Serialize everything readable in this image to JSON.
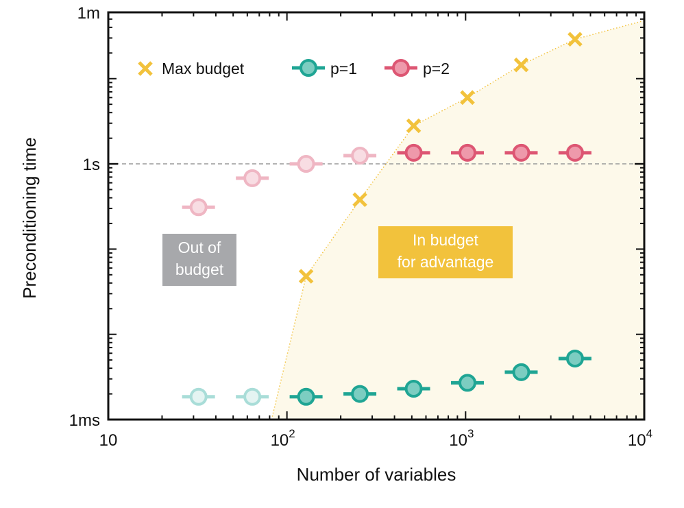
{
  "chart_data": {
    "type": "scatter",
    "title": "",
    "xlabel": "Number of variables",
    "ylabel": "Preconditioning time",
    "x_scale": "log",
    "y_scale": "log",
    "xlim": [
      10,
      10000
    ],
    "ylim_seconds": [
      0.001,
      60
    ],
    "x_ticks": [
      {
        "value": 10,
        "label": "10",
        "exp": ""
      },
      {
        "value": 100,
        "label": "10",
        "exp": "2"
      },
      {
        "value": 1000,
        "label": "10",
        "exp": "3"
      },
      {
        "value": 10000,
        "label": "10",
        "exp": "4"
      }
    ],
    "y_ticks": [
      {
        "value": 0.001,
        "label": "1ms"
      },
      {
        "value": 1,
        "label": "1s"
      },
      {
        "value": 60,
        "label": "1m"
      }
    ],
    "grid": "dashed horizontal lines at 1s and 1m",
    "legend": {
      "position": "top-left",
      "entries": [
        "Max budget",
        "p=1",
        "p=2"
      ]
    },
    "colors": {
      "max_budget": "#f2c23c",
      "p1": "#1fa594",
      "p1_fill": "#7ccdc1",
      "p1_faded": "#a9ddd8",
      "p2": "#dd5673",
      "p2_fill": "#ee99ab",
      "p2_faded": "#efb6c3",
      "region": "#fdf9ea",
      "out_box": "#a7a8ab",
      "in_box": "#f2c23c"
    },
    "series": [
      {
        "name": "Max budget",
        "marker": "x",
        "points": [
          {
            "x": 128,
            "y": 0.048
          },
          {
            "x": 256,
            "y": 0.38
          },
          {
            "x": 512,
            "y": 2.8
          },
          {
            "x": 1024,
            "y": 6.0
          },
          {
            "x": 2048,
            "y": 14.5
          },
          {
            "x": 4096,
            "y": 29.0
          }
        ]
      },
      {
        "name": "p=1",
        "marker": "circle-errorbar",
        "points": [
          {
            "x": 32,
            "y": 0.00185,
            "out_of_budget": true
          },
          {
            "x": 64,
            "y": 0.00185,
            "out_of_budget": true
          },
          {
            "x": 128,
            "y": 0.00185,
            "out_of_budget": false
          },
          {
            "x": 256,
            "y": 0.002,
            "out_of_budget": false
          },
          {
            "x": 512,
            "y": 0.0023,
            "out_of_budget": false
          },
          {
            "x": 1024,
            "y": 0.0027,
            "out_of_budget": false
          },
          {
            "x": 2048,
            "y": 0.0036,
            "out_of_budget": false
          },
          {
            "x": 4096,
            "y": 0.0052,
            "out_of_budget": false
          }
        ]
      },
      {
        "name": "p=2",
        "marker": "circle-errorbar",
        "points": [
          {
            "x": 32,
            "y": 0.31,
            "out_of_budget": true
          },
          {
            "x": 64,
            "y": 0.68,
            "out_of_budget": true
          },
          {
            "x": 128,
            "y": 1.0,
            "out_of_budget": true
          },
          {
            "x": 256,
            "y": 1.25,
            "out_of_budget": true
          },
          {
            "x": 512,
            "y": 1.35,
            "out_of_budget": false
          },
          {
            "x": 1024,
            "y": 1.35,
            "out_of_budget": false
          },
          {
            "x": 2048,
            "y": 1.35,
            "out_of_budget": false
          },
          {
            "x": 4096,
            "y": 1.35,
            "out_of_budget": false
          }
        ]
      }
    ],
    "budget_boundary": [
      {
        "x": 82,
        "y": 0.001
      },
      {
        "x": 128,
        "y": 0.048
      },
      {
        "x": 256,
        "y": 0.38
      },
      {
        "x": 512,
        "y": 2.8
      },
      {
        "x": 1024,
        "y": 6.0
      },
      {
        "x": 2048,
        "y": 14.5
      },
      {
        "x": 4096,
        "y": 29.0
      },
      {
        "x": 10000,
        "y": 48
      }
    ],
    "annotations": [
      {
        "id": "out",
        "lines": [
          "Out of",
          "budget"
        ]
      },
      {
        "id": "in",
        "lines": [
          "In budget",
          "for advantage"
        ]
      }
    ]
  }
}
